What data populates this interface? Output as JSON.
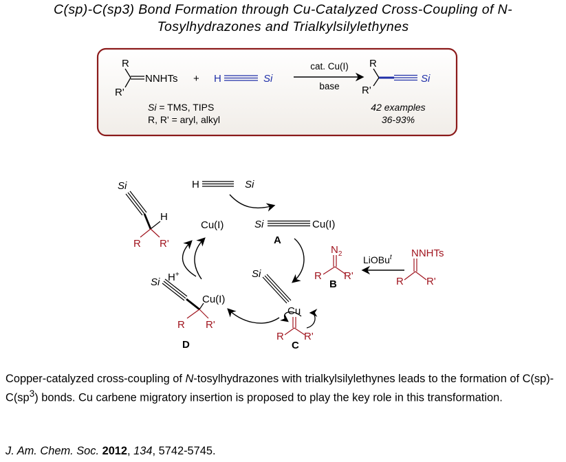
{
  "title": {
    "line1": "C(sp)-C(sp3) Bond Formation through Cu-Catalyzed Cross-Coupling of N-",
    "line2": "Tosylhydrazones and Trialkylsilylethynes"
  },
  "scheme": {
    "r": "R",
    "r_prime": "R'",
    "nnhts": "NNHTs",
    "plus": "+",
    "h": "H",
    "si": "Si",
    "catalyst": "cat. Cu(I)",
    "base": "base",
    "si_def_symbol": "Si",
    "si_def_rest": " = TMS, TIPS",
    "r_def": "R, R' = aryl, alkyl",
    "examples": "42 examples",
    "yield": "36-93%"
  },
  "cycle": {
    "cu_i": "Cu(I)",
    "cu": "Cu",
    "h_plus": "H",
    "plus_sup": "+",
    "n2": "N",
    "n2_sub": "2",
    "liobu": "LiOBu",
    "liobu_sup": "t",
    "label_a": "A",
    "label_b": "B",
    "label_c": "C",
    "label_d": "D"
  },
  "caption": {
    "p1": "Copper-catalyzed cross-coupling of ",
    "p1_italic": "N",
    "p2": "-tosylhydrazones with trialkylsilylethynes leads to the formation of C(sp)-C(sp",
    "sup": "3",
    "p3": ") bonds. Cu carbene migratory insertion is proposed to play the key role in this transformation."
  },
  "citation": {
    "journal": "J. Am. Chem. Soc.",
    "year": "2012",
    "sep1": ", ",
    "volume": "134",
    "pages": ", 5742-5745."
  },
  "colors": {
    "frame": "#8b1a1a",
    "red_group": "#a0141e",
    "blue_group": "#1f2fa8",
    "arrow": "#000000"
  }
}
